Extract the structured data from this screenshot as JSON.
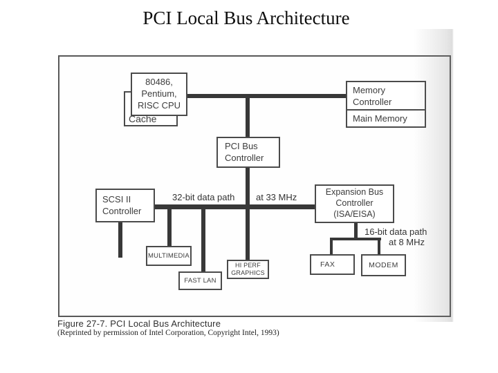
{
  "slide": {
    "title": "PCI Local Bus Architecture"
  },
  "diagram": {
    "boxes": {
      "cpu": "80486,\nPentium,\nRISC CPU",
      "cache": "Cache",
      "memory_controller": "Memory\nController",
      "main_memory": "Main Memory",
      "pci_bus_controller": "PCI Bus\nController",
      "scsi_controller": "SCSI II\nController",
      "expansion_bus_controller": "Expansion Bus\nController\n(ISA/EISA)",
      "multimedia": "MULTIMEDIA",
      "fast_lan": "FAST LAN",
      "hi_perf_graphics": "HI PERF\nGRAPHICS",
      "fax": "FAX",
      "modem": "MODEM"
    },
    "labels": {
      "pci_bus_width": "32-bit data path",
      "pci_bus_speed": "at 33 MHz",
      "expansion_bus_width": "16-bit data path",
      "expansion_bus_speed": "at 8 MHz"
    },
    "colors": {
      "bus_line": "#383838",
      "box_border": "#4a4a4a",
      "frame_border": "#585858",
      "text": "#3c3c3c"
    }
  },
  "caption": {
    "figure": "Figure 27-7. PCI Local Bus Architecture",
    "credit": "(Reprinted by permission of Intel Corporation, Copyright Intel, 1993)"
  }
}
